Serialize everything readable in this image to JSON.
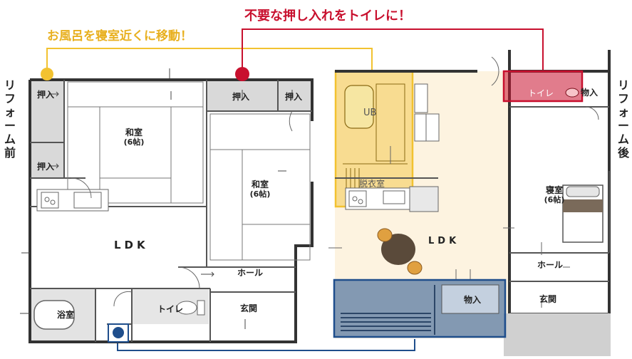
{
  "captions": {
    "move_bath": "お風呂を寝室近くに移動！",
    "closet_to_toilet": "不要な押し入れをトイレに！"
  },
  "side_labels": {
    "before": [
      "リ",
      "フ",
      "ォ",
      "ー",
      "ム",
      "前"
    ],
    "after": [
      "リ",
      "フ",
      "ォ",
      "ー",
      "ム",
      "後"
    ]
  },
  "before_plan": {
    "closet": "押入",
    "washitsu": "和室",
    "six_tatami": "(6帖)",
    "ldk": "LDK",
    "hall": "ホール",
    "entrance": "玄関",
    "bath": "浴室",
    "toilet": "トイレ"
  },
  "after_plan": {
    "ub": "UB",
    "dressing": "脱衣室",
    "ldk": "LDK",
    "toilet": "トイレ",
    "storage": "物入",
    "bedroom": "寝室",
    "six_tatami": "(6帖)",
    "hall": "ホール",
    "entrance": "玄関"
  },
  "colors": {
    "yellow": "#f2c230",
    "red": "#c8102e",
    "blue": "#1f4e8c"
  }
}
